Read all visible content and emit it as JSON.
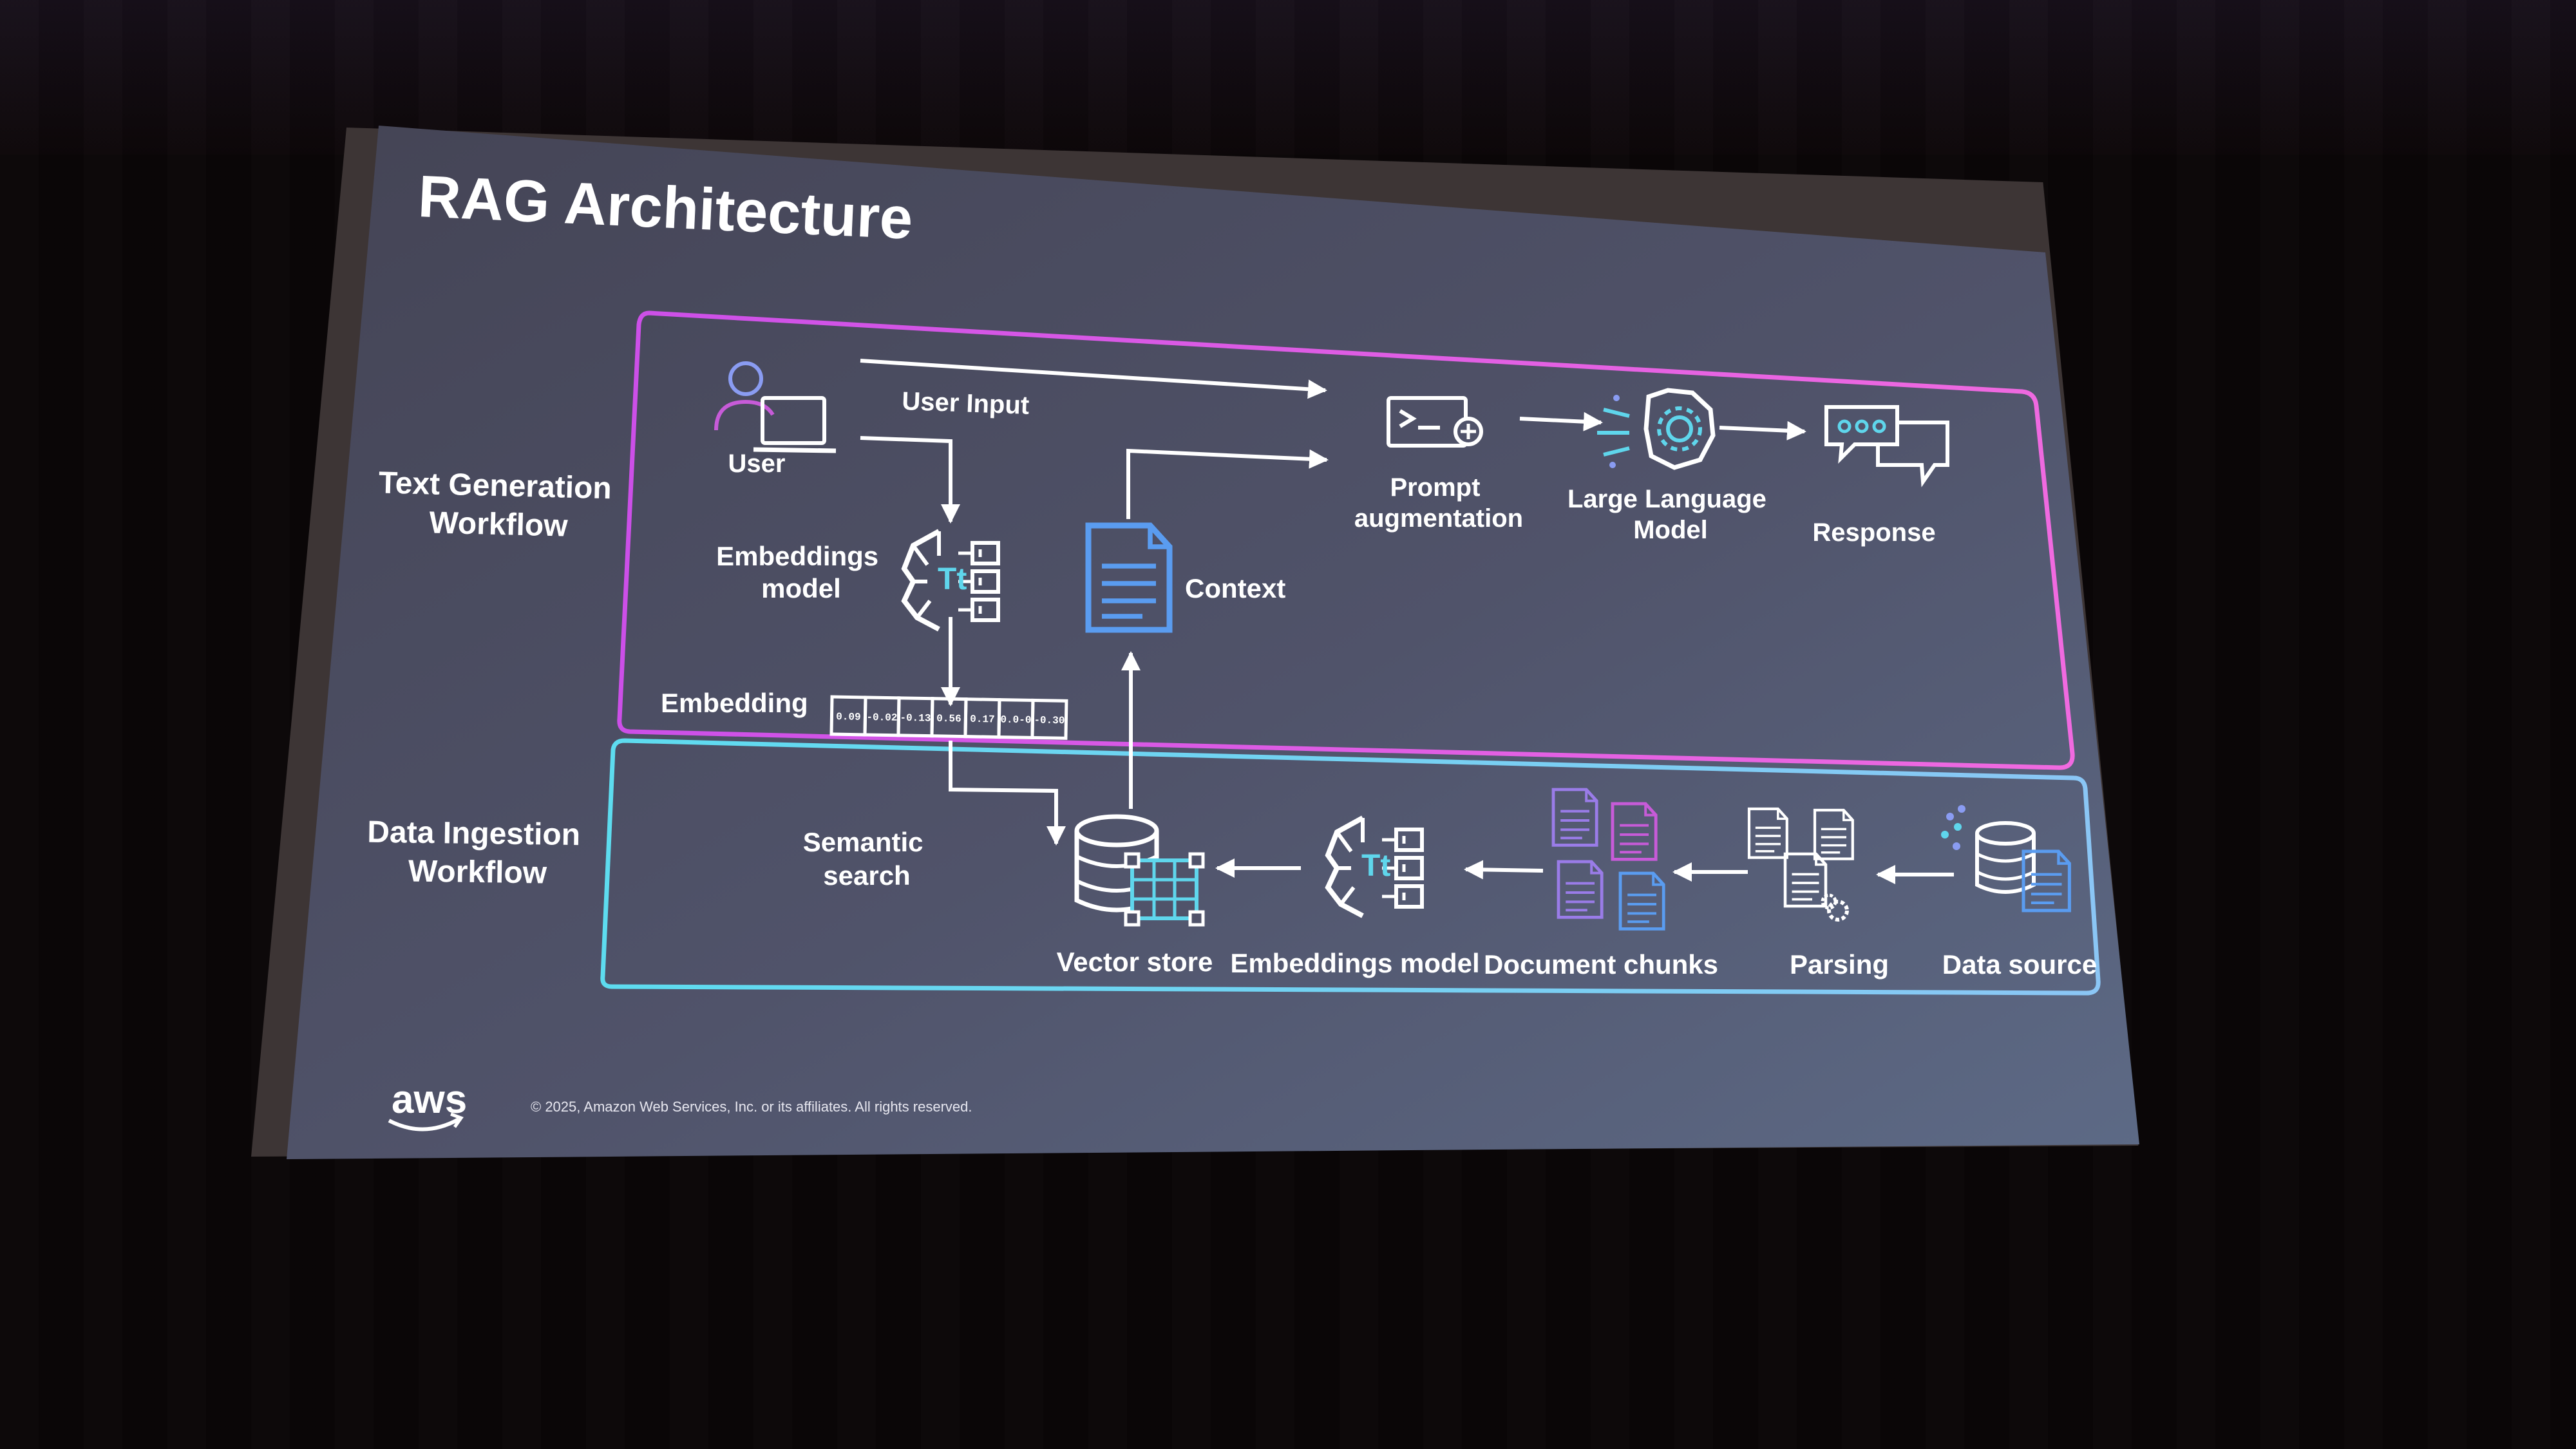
{
  "slide": {
    "title": "RAG Architecture",
    "footer": "© 2025, Amazon Web Services, Inc. or its affiliates. All rights reserved.",
    "logo_text": "aws"
  },
  "workflows": {
    "text_generation": {
      "line1": "Text Generation",
      "line2": "Workflow"
    },
    "data_ingestion": {
      "line1": "Data Ingestion",
      "line2": "Workflow"
    }
  },
  "nodes": {
    "user": "User",
    "user_input": "User Input",
    "embeddings_model_top": {
      "line1": "Embeddings",
      "line2": "model"
    },
    "context": "Context",
    "prompt_augmentation": {
      "line1": "Prompt",
      "line2": "augmentation"
    },
    "llm": {
      "line1": "Large Language",
      "line2": "Model"
    },
    "response": "Response",
    "embedding": "Embedding",
    "semantic_search": {
      "line1": "Semantic",
      "line2": "search"
    },
    "vector_store": "Vector store",
    "embeddings_model_bottom": "Embeddings model",
    "document_chunks": "Document chunks",
    "parsing": "Parsing",
    "data_source": "Data source"
  },
  "embedding_values": [
    "0.09",
    "-0.02",
    "-0.13",
    "0.56",
    "0.17",
    "0.0-0",
    "-0.30"
  ],
  "colors": {
    "text_box_border": "#d94fe6",
    "ingestion_box_border": "#5fd6ec",
    "document_icon": "#5a9cf0",
    "chunk_icon": "#9a7ce8",
    "model_icon": "#5fd6ec"
  }
}
